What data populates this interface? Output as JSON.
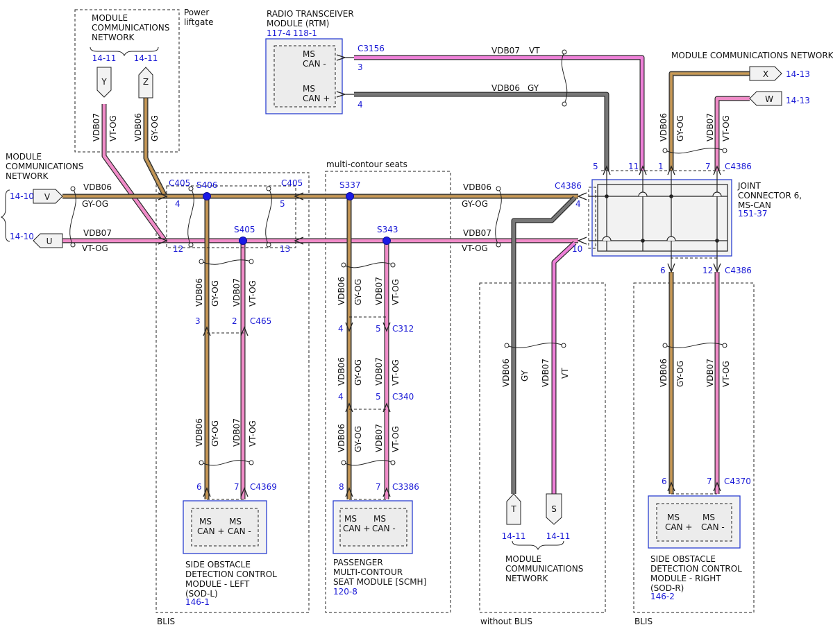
{
  "colors": {
    "vt_og": "#f08cc8",
    "gy_og": "#a88a58",
    "gy": "#777777",
    "vt": "#ee80d8",
    "splice": "#1a1ae6",
    "ref": "#1a1ad6",
    "module_border": "#2b3fd1"
  },
  "modules": {
    "rtm": {
      "name_line1": "RADIO TRANSCEIVER",
      "name_line2": "MODULE (RTM)",
      "ref1": "117-4",
      "ref2": "118-1",
      "pin1": "MS",
      "pin1b": "CAN -",
      "pin2": "MS",
      "pin2b": "CAN +"
    },
    "sod_l": {
      "line1": "SIDE OBSTACLE",
      "line2": "DETECTION CONTROL",
      "line3": "MODULE - LEFT",
      "line4": "(SOD-L)",
      "ref": "146-1",
      "pin1": "MS",
      "pin1b": "CAN +",
      "pin2": "MS",
      "pin2b": "CAN -"
    },
    "scmh": {
      "line1": "PASSENGER",
      "line2": "MULTI-CONTOUR",
      "line3": "SEAT MODULE [SCMH]",
      "ref": "120-8",
      "pin1": "MS",
      "pin1b": "CAN +",
      "pin2": "MS",
      "pin2b": "CAN -"
    },
    "sod_r": {
      "line1": "SIDE OBSTACLE",
      "line2": "DETECTION CONTROL",
      "line3": "MODULE - RIGHT",
      "line4": "(SOD-R)",
      "ref": "146-2",
      "pin1": "MS",
      "pin1b": "CAN +",
      "pin2": "MS",
      "pin2b": "CAN -"
    },
    "joint": {
      "line1": "JOINT",
      "line2": "CONNECTOR 6,",
      "line3": "MS-CAN",
      "ref": "151-37"
    }
  },
  "networks": {
    "top_left": {
      "line1": "MODULE",
      "line2": "COMMUNICATIONS",
      "line3": "NETWORK",
      "y_ref": "14-11",
      "z_ref": "14-11",
      "y_label": "Y",
      "z_label": "Z"
    },
    "power_liftgate": {
      "line1": "Power",
      "line2": "liftgate"
    },
    "left": {
      "line1": "MODULE",
      "line2": "COMMUNICATIONS",
      "line3": "NETWORK",
      "v_ref": "14-10",
      "u_ref": "14-10",
      "v_label": "V",
      "u_label": "U"
    },
    "top_right": {
      "title": "MODULE COMMUNICATIONS NETWORK",
      "x_ref": "14-13",
      "w_ref": "14-13",
      "x_label": "X",
      "w_label": "W"
    },
    "bottom": {
      "line1": "MODULE",
      "line2": "COMMUNICATIONS",
      "line3": "NETWORK",
      "t_ref": "14-11",
      "s_ref": "14-11",
      "t_label": "T",
      "s_label": "S"
    }
  },
  "connectors": {
    "c3156": "C3156",
    "c405": "C405",
    "c4386": "C4386",
    "c465": "C465",
    "c4369": "C4369",
    "c312": "C312",
    "c340": "C340",
    "c3386": "C3386",
    "c4370": "C4370"
  },
  "splices": {
    "s406": "S406",
    "s405": "S405",
    "s337": "S337",
    "s343": "S343"
  },
  "pins": {
    "rtm_3": "3",
    "rtm_4": "4",
    "c405_4": "4",
    "c405_12": "12",
    "c405_5": "5",
    "c405_13": "13",
    "j_5": "5",
    "j_11": "11",
    "j_1": "1",
    "j_7": "7",
    "j_4": "4",
    "j_10": "10",
    "j_6": "6",
    "j_12": "12",
    "c465_3": "3",
    "c465_2": "2",
    "c4369_6": "6",
    "c4369_7": "7",
    "c312_4": "4",
    "c312_5": "5",
    "c340_4": "4",
    "c340_5": "5",
    "c3386_8": "8",
    "c3386_7": "7",
    "c4370_6": "6",
    "c4370_7": "7"
  },
  "wires": {
    "vdb07": "VDB07",
    "vdb06": "VDB06",
    "vt": "VT",
    "gy": "GY",
    "vt_og": "VT-OG",
    "gy_og": "GY-OG"
  },
  "zones": {
    "blis_left": "BLIS",
    "blis_right": "BLIS",
    "without_blis": "without BLIS",
    "multi_contour": "multi-contour seats"
  }
}
